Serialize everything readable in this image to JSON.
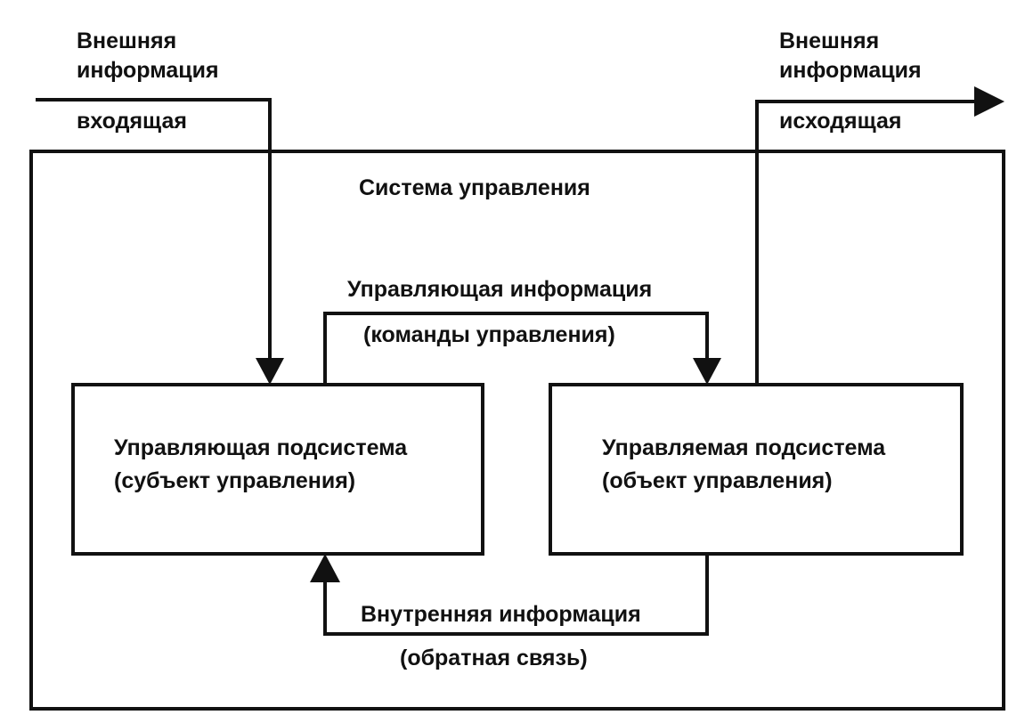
{
  "diagram": {
    "system_title": "Система управления",
    "external_in": {
      "line1": "Внешняя",
      "line2": "информация",
      "line3": "входящая"
    },
    "external_out": {
      "line1": "Внешняя",
      "line2": "информация",
      "line3": "исходящая"
    },
    "control_info": {
      "line1": "Управляющая информация",
      "line2": "(команды управления)"
    },
    "internal_info": {
      "line1": "Внутренняя информация",
      "line2": "(обратная связь)"
    },
    "subject_box": {
      "line1": "Управляющая подсистема",
      "line2": "(субъект управления)"
    },
    "object_box": {
      "line1": "Управляемая  подсистема",
      "line2": "(объект управления)"
    },
    "colors": {
      "stroke": "#111111",
      "background": "#ffffff"
    }
  }
}
